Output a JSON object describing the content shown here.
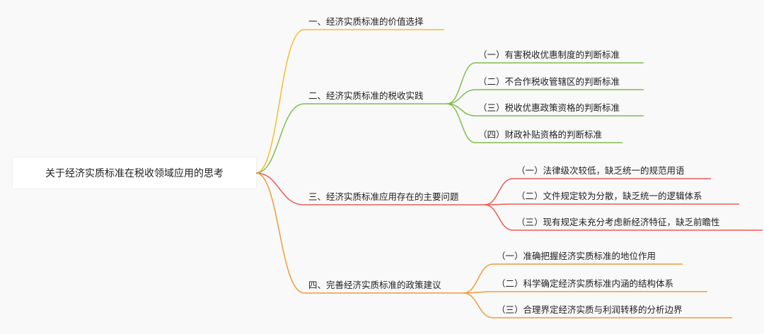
{
  "root": {
    "label": "关于经济实质标准在税收领域应用的思考"
  },
  "colors": {
    "branch1": "#f5bd2e",
    "branch2": "#80be4c",
    "branch3": "#ee5a57",
    "branch4": "#f19b3b",
    "background": "#f9f9f9"
  },
  "branches": [
    {
      "label": "一、经济实质标准的价值选择",
      "children": []
    },
    {
      "label": "二、经济实质标准的税收实践",
      "children": [
        "（一）有害税收优惠制度的判断标准",
        "（二）不合作税收管辖区的判断标准",
        "（三）税收优惠政策资格的判断标准",
        "（四）财政补贴资格的判断标准"
      ]
    },
    {
      "label": "三、经济实质标准应用存在的主要问题",
      "children": [
        "（一）法律级次较低，缺乏统一的规范用语",
        "（二）文件规定较为分散，缺乏统一的逻辑体系",
        "（三）现有规定未充分考虑新经济特征，缺乏前瞻性"
      ]
    },
    {
      "label": "四、完善经济实质标准的政策建议",
      "children": [
        "（一）准确把握经济实质标准的地位作用",
        "（二）科学确定经济实质标准内涵的结构体系",
        "（三）合理界定经济实质与利润转移的分析边界"
      ]
    }
  ]
}
